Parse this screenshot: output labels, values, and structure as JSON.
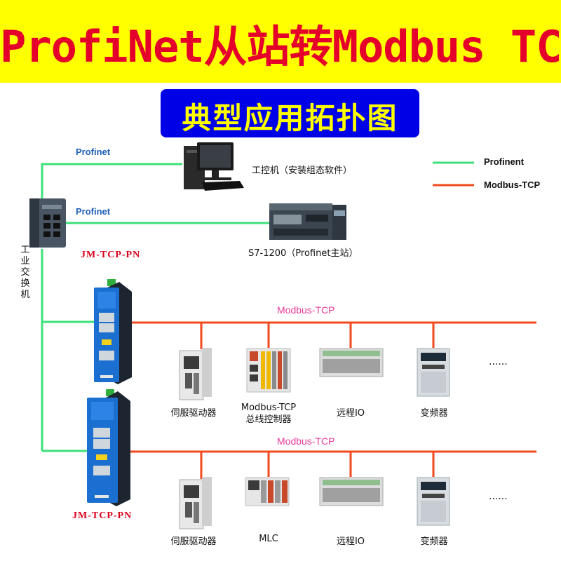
{
  "header": {
    "title": "ProfiNet从站转Modbus TCP",
    "subtitle": "典型应用拓扑图"
  },
  "legend": {
    "items": [
      {
        "label": "Profinent",
        "color": "#3de07a"
      },
      {
        "label": "Modbus-TCP",
        "color": "#f04a1e"
      }
    ]
  },
  "network": {
    "switch_label": "工业交换机",
    "profinet_label_1": "Profinet",
    "profinet_label_2": "Profinet",
    "ipc_label": "工控机（安装组态软件）",
    "plc_label": "S7-1200（Profinet主站）",
    "gateway_label_top": "JM-TCP-PN",
    "gateway_label_bottom": "JM-TCP-PN",
    "bus_label_1": "Modbus-TCP",
    "bus_label_2": "Modbus-TCP",
    "row1_devices": [
      "伺服驱动器",
      "Modbus-TCP\n总线控制器",
      "远程IO",
      "变频器"
    ],
    "row2_devices": [
      "伺服驱动器",
      "MLC",
      "远程IO",
      "变频器"
    ],
    "ellipsis": "......"
  },
  "colors": {
    "profinet": "#3de07a",
    "modbus": "#f04a1e",
    "title": "#e4002b",
    "banner": "#ffff00",
    "subtitle_bg": "#0000e6",
    "subtitle_text": "#ffff00",
    "gateway_blue": "#1b6fd0"
  }
}
